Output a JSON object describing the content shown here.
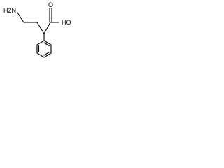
{
  "molecule": {
    "labels": {
      "amine": "H2N",
      "hydroxyl": "HO",
      "carbonyl_oxygen": "O"
    }
  }
}
